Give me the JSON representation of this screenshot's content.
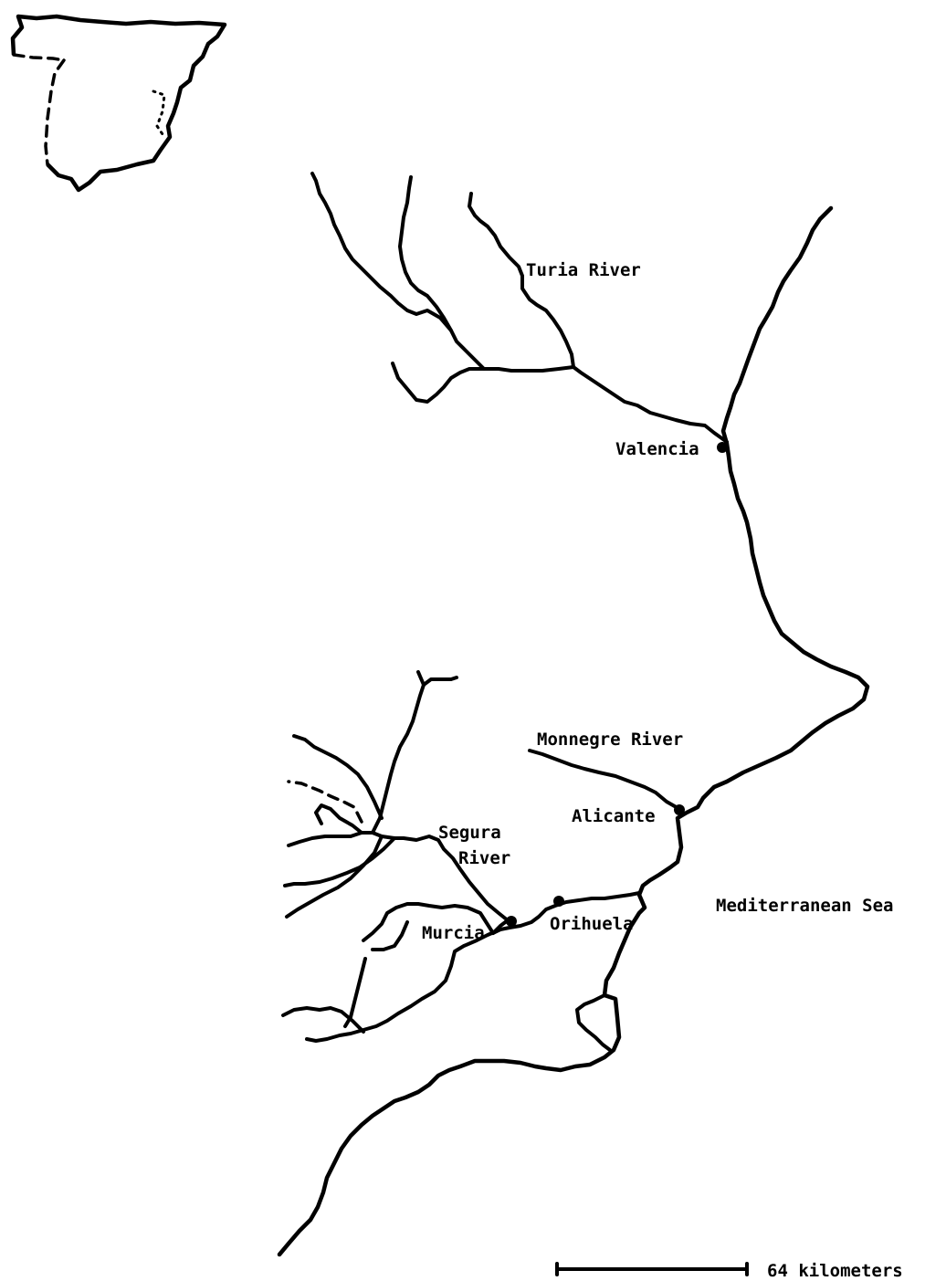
{
  "map": {
    "labels": {
      "turia": "Turia River",
      "valencia": "Valencia",
      "monnegre": "Monnegre River",
      "alicante": "Alicante",
      "segura_1": "Segura",
      "segura_2": "River",
      "murcia": "Murcia",
      "orihuela": "Orihuela",
      "sea": "Mediterranean Sea"
    },
    "scale": {
      "label": "64 kilometers"
    }
  }
}
